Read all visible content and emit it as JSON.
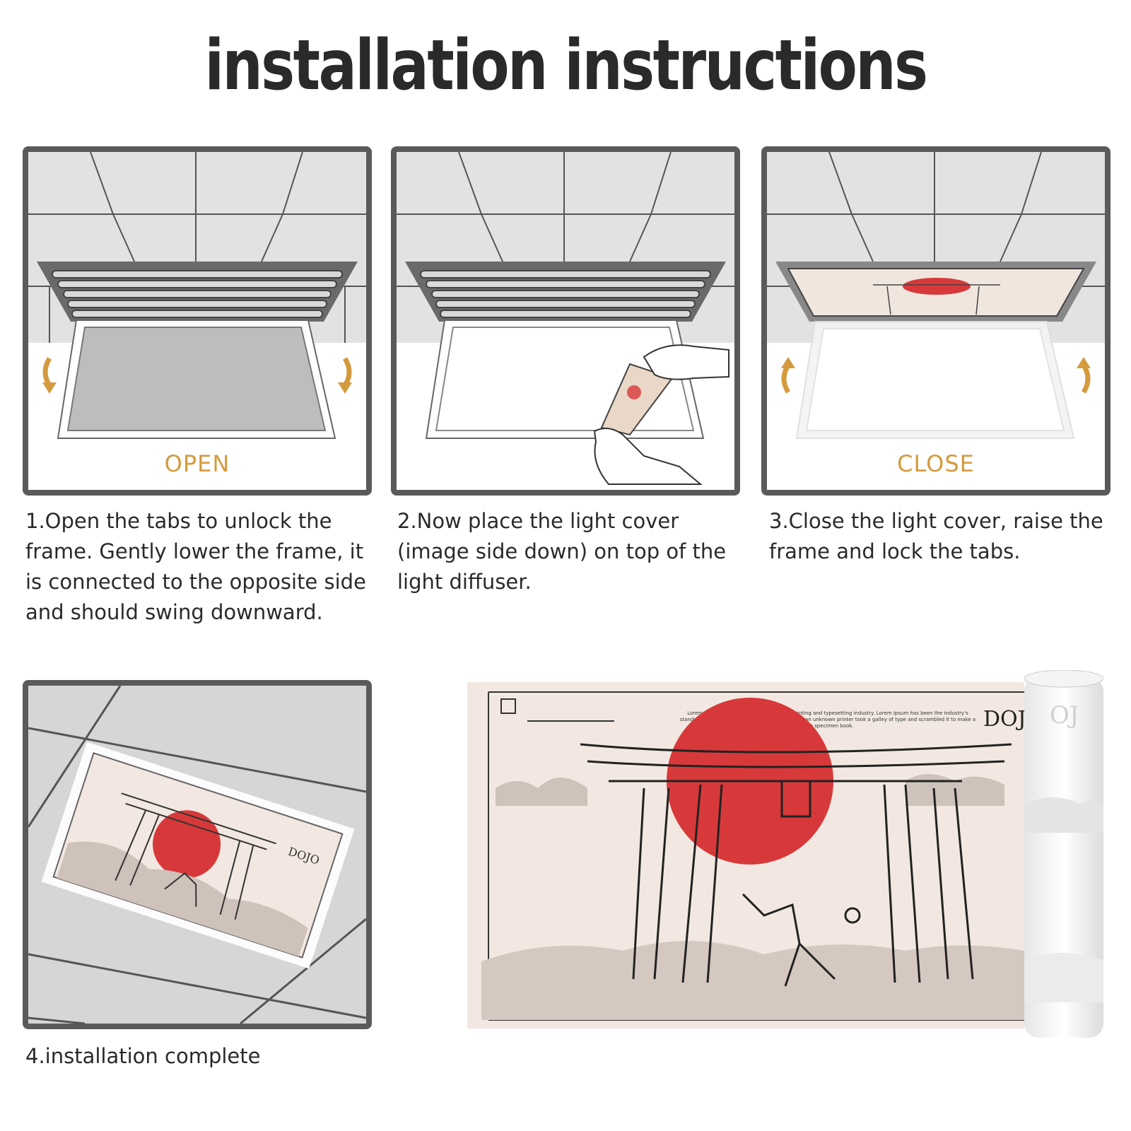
{
  "title": "installation instructions",
  "steps": [
    {
      "label": "OPEN",
      "caption": "1.Open the tabs to unlock the frame. Gently lower the frame, it is connected to the opposite side and should swing downward."
    },
    {
      "label": "",
      "caption": "2.Now place the light cover (image side down) on top of the light diffuser."
    },
    {
      "label": "CLOSE",
      "caption": "3.Close the light cover, raise the frame and lock the tabs."
    },
    {
      "label": "",
      "caption": "4.installation complete"
    }
  ],
  "poster": {
    "brand": "DOJO",
    "body_text": "Lorem Ipsum is simply dummy text of the printing and typesetting industry. Lorem Ipsum has been the industry's standard dummy text ever since the 1500s, when an unknown printer took a galley of type and scrambled it to make a type specimen book.",
    "roll_text": "OJ"
  },
  "colors": {
    "accent": "#d49a3e",
    "sun_red": "#d7393a",
    "frame_gray": "#5a5a5a",
    "ceiling": "#e2e2e2",
    "paper": "#f2e8e1"
  }
}
